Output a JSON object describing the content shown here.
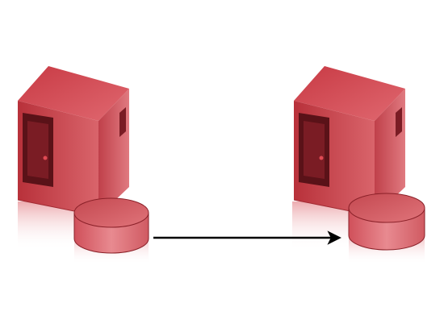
{
  "diagram": {
    "nodes": [
      {
        "id": "source",
        "icon": "server-with-database-icon",
        "color": "#c8323c"
      },
      {
        "id": "target",
        "icon": "server-with-database-icon",
        "color": "#c8323c"
      }
    ],
    "edges": [
      {
        "from": "source",
        "to": "target",
        "style": "solid-arrow",
        "color": "#000000"
      }
    ]
  }
}
